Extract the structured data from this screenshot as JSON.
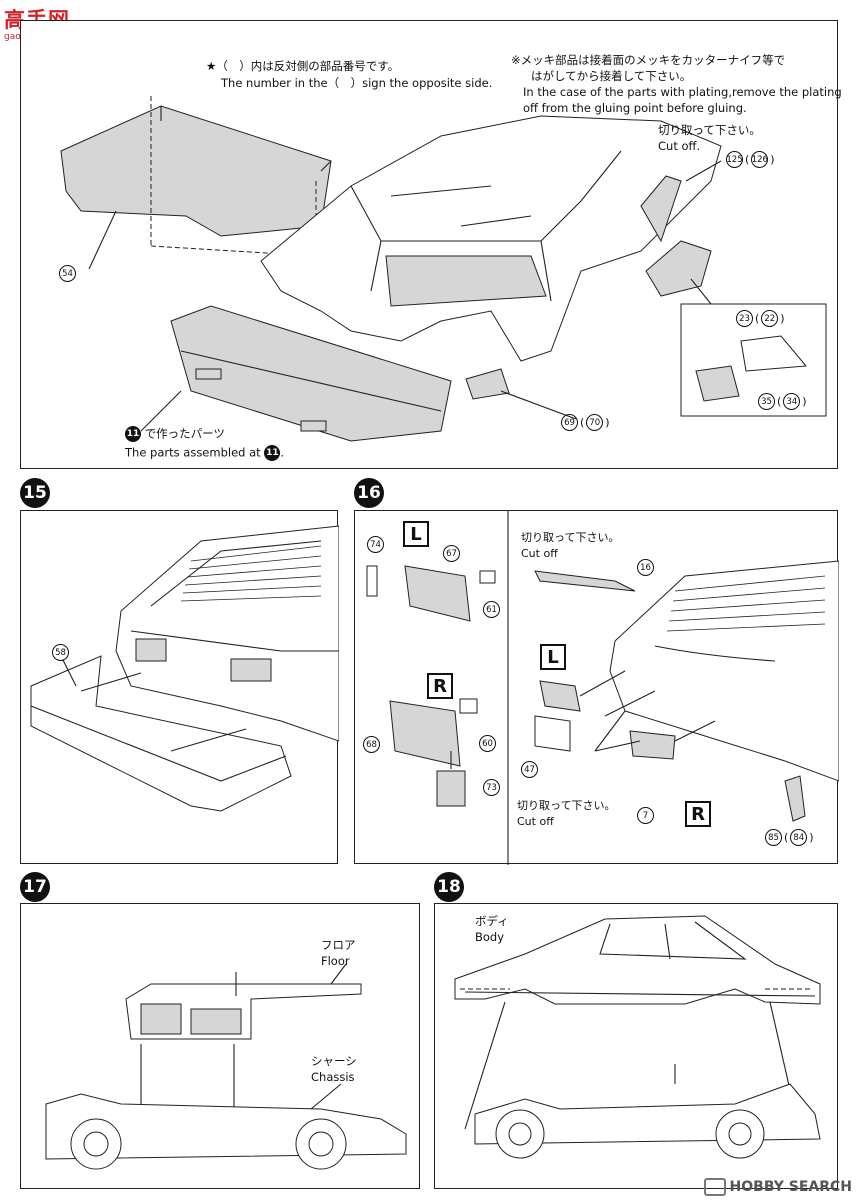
{
  "logo": {
    "title": "高手网",
    "sub": "gaoshounet.com"
  },
  "top": {
    "note_left_jp": "★（　）内は反対側の部品番号です。",
    "note_left_en": "The number in the（　）sign the opposite side.",
    "note_right_jp1": "※メッキ部品は接着面のメッキをカッターナイフ等で",
    "note_right_jp2": "はがしてから接着して下さい。",
    "note_right_en1": "In the case of the parts with plating,remove the plating",
    "note_right_en2": "off from the gluing point before gluing.",
    "cutoff_jp": "切り取って下さい。",
    "cutoff_en": "Cut off.",
    "p125": "125",
    "p126": "126",
    "p54": "54",
    "p23": "23",
    "p22": "22",
    "p35": "35",
    "p34": "34",
    "p69": "69",
    "p70": "70",
    "assembled_jp": "で作ったパーツ",
    "assembled_en": "The parts assembled at",
    "assembled_step": "11"
  },
  "step15": {
    "num": "15",
    "p58": "58"
  },
  "step16": {
    "num": "16",
    "L": "L",
    "R": "R",
    "p74": "74",
    "p67": "67",
    "p61": "61",
    "p68": "68",
    "p60": "60",
    "p73": "73",
    "cut_jp": "切り取って下さい。",
    "cut_en": "Cut off",
    "p16": "16",
    "p47": "47",
    "p7": "7",
    "cut2_jp": "切り取って下さい。",
    "cut2_en": "Cut off",
    "p85": "85",
    "p84": "84"
  },
  "step17": {
    "num": "17",
    "floor_jp": "フロア",
    "floor_en": "Floor",
    "chassis_jp": "シャーシ",
    "chassis_en": "Chassis"
  },
  "step18": {
    "num": "18",
    "body_jp": "ボディ",
    "body_en": "Body"
  },
  "watermark": "HOBBY SEARCH"
}
